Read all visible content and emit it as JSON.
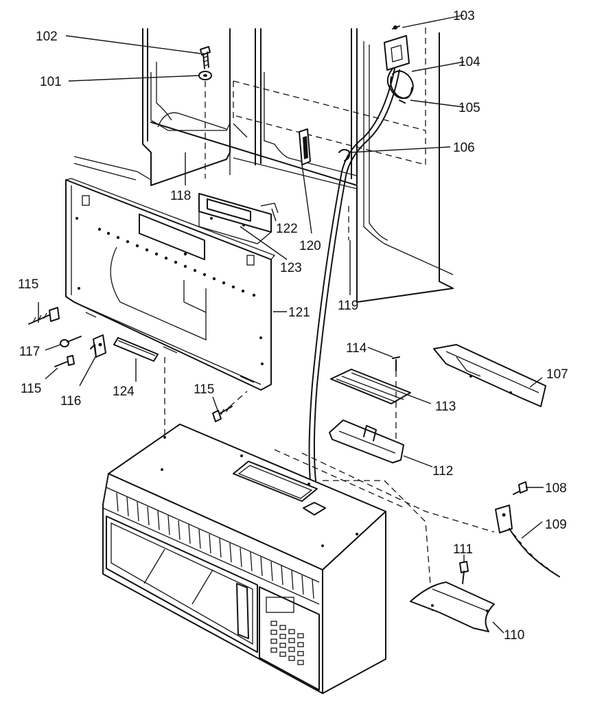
{
  "parts": [
    {
      "id": "101",
      "label": "101"
    },
    {
      "id": "102",
      "label": "102"
    },
    {
      "id": "103",
      "label": "103"
    },
    {
      "id": "104",
      "label": "104"
    },
    {
      "id": "105",
      "label": "105"
    },
    {
      "id": "106",
      "label": "106"
    },
    {
      "id": "107",
      "label": "107"
    },
    {
      "id": "108",
      "label": "108"
    },
    {
      "id": "109",
      "label": "109"
    },
    {
      "id": "110",
      "label": "110"
    },
    {
      "id": "111",
      "label": "111"
    },
    {
      "id": "112",
      "label": "112"
    },
    {
      "id": "113",
      "label": "113"
    },
    {
      "id": "114",
      "label": "114"
    },
    {
      "id": "115a",
      "label": "115"
    },
    {
      "id": "115b",
      "label": "115"
    },
    {
      "id": "115c",
      "label": "115"
    },
    {
      "id": "116",
      "label": "116"
    },
    {
      "id": "117",
      "label": "117"
    },
    {
      "id": "118",
      "label": "118"
    },
    {
      "id": "119",
      "label": "119"
    },
    {
      "id": "120",
      "label": "120"
    },
    {
      "id": "121",
      "label": "121"
    },
    {
      "id": "122",
      "label": "122"
    },
    {
      "id": "123",
      "label": "123"
    },
    {
      "id": "124",
      "label": "124"
    }
  ]
}
